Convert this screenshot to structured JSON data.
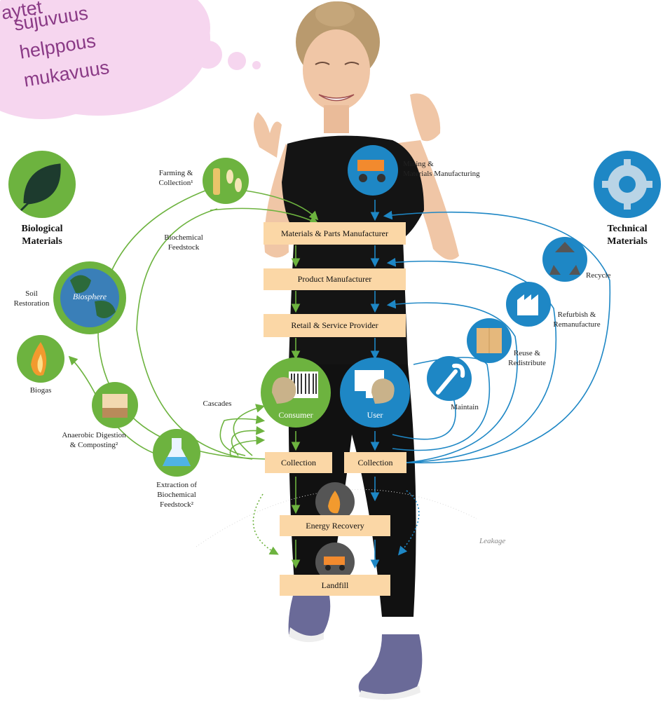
{
  "cloud": {
    "line_top": "aytet",
    "line1": "sujuvuus",
    "line2": "helppous",
    "line3": "mukavuus"
  },
  "biological": {
    "title_line1": "Biological",
    "title_line2": "Materials",
    "farming_line1": "Farming &",
    "farming_line2": "Collection¹",
    "biochemical_line1": "Biochemical",
    "biochemical_line2": "Feedstock",
    "soil_line1": "Soil",
    "soil_line2": "Restoration",
    "biosphere": "Biosphere",
    "biogas": "Biogas",
    "anaerobic_line1": "Anaerobic Digestion",
    "anaerobic_line2": "& Composting²",
    "extraction_line1": "Extraction of",
    "extraction_line2": "Biochemical",
    "extraction_line3": "Feedstock²",
    "cascades": "Cascades",
    "consumer": "Consumer"
  },
  "technical": {
    "title_line1": "Technical",
    "title_line2": "Materials",
    "mining_line1": "Mining &",
    "mining_line2": "Materials Manufacturing",
    "recycle": "Recycle",
    "refurbish_line1": "Refurbish &",
    "refurbish_line2": "Remanufacture",
    "reuse_line1": "Reuse &",
    "reuse_line2": "Redistribute",
    "maintain": "Maintain",
    "user": "User"
  },
  "flow": {
    "materials": "Materials & Parts Manufacturer",
    "product": "Product Manufacturer",
    "retail": "Retail & Service Provider",
    "collection_bio": "Collection",
    "collection_tech": "Collection",
    "energy": "Energy Recovery",
    "landfill": "Landfill",
    "leakage": "Leakage"
  },
  "colors": {
    "green": "#6db33f",
    "green_dark": "#5a9a32",
    "blue": "#1e87c5",
    "box": "#fbd7a6",
    "cloud": "#f6d6ef",
    "cloud_text": "#8a3a86"
  }
}
